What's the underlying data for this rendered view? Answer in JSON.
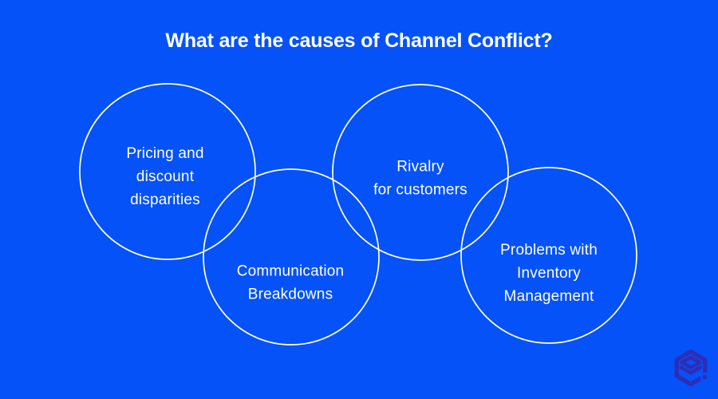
{
  "header": {
    "title": "What are the causes of Channel Conflict?"
  },
  "circles": [
    {
      "id": "pricing-disparities",
      "label": "Pricing and\ndiscount\ndisparities"
    },
    {
      "id": "communication-breakdowns",
      "label": "Communication\nBreakdowns"
    },
    {
      "id": "rivalry-for-customers",
      "label": "Rivalry\nfor customers"
    },
    {
      "id": "inventory-management",
      "label": "Problems with\nInventory\nManagement"
    }
  ],
  "branding": {
    "logo_icon": "hexagon-stack-logo"
  },
  "colors": {
    "background": "#0452f8",
    "text": "#ffffff",
    "circle_stroke": "#ffffff",
    "logo": "#2e2db6"
  }
}
